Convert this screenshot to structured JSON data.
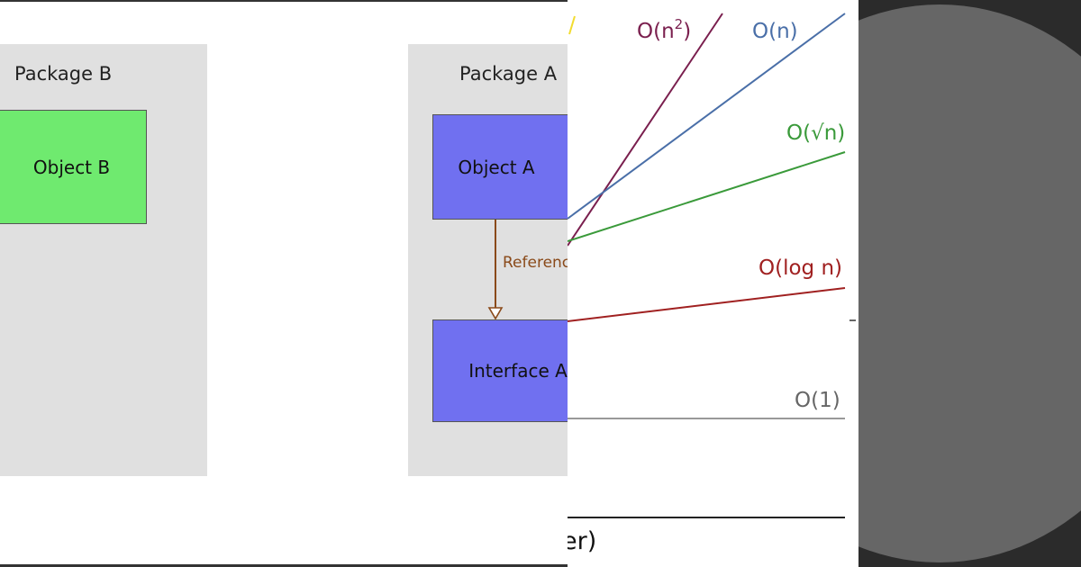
{
  "diagram": {
    "package_b": {
      "label": "Package B",
      "object_label": "Object B"
    },
    "package_a": {
      "label": "Package A",
      "object_label": "Object A",
      "interface_label": "Interface A",
      "reference_label": "Reference"
    },
    "colors": {
      "package": "#e0e0e0",
      "object_b": "#6fea6f",
      "object_a": "#7070f0",
      "arrow": "#8a4a1a"
    }
  },
  "chart_data": {
    "type": "line",
    "xlabel": "er)",
    "series": [
      {
        "name": "O(n2)",
        "color": "#7a1f4e"
      },
      {
        "name": "O(n)",
        "color": "#4a6fa8"
      },
      {
        "name": "O(√n)",
        "color": "#3a9a3a"
      },
      {
        "name": "O(log n)",
        "color": "#a02020"
      },
      {
        "name": "O(1)",
        "color": "#999999"
      }
    ],
    "labels": {
      "n2_base": "O(n",
      "n2_exp": "2",
      "n2_close": ")",
      "n": "O(n)",
      "sqrt": "O(√n)",
      "log": "O(log n)",
      "one": "O(1)"
    }
  }
}
